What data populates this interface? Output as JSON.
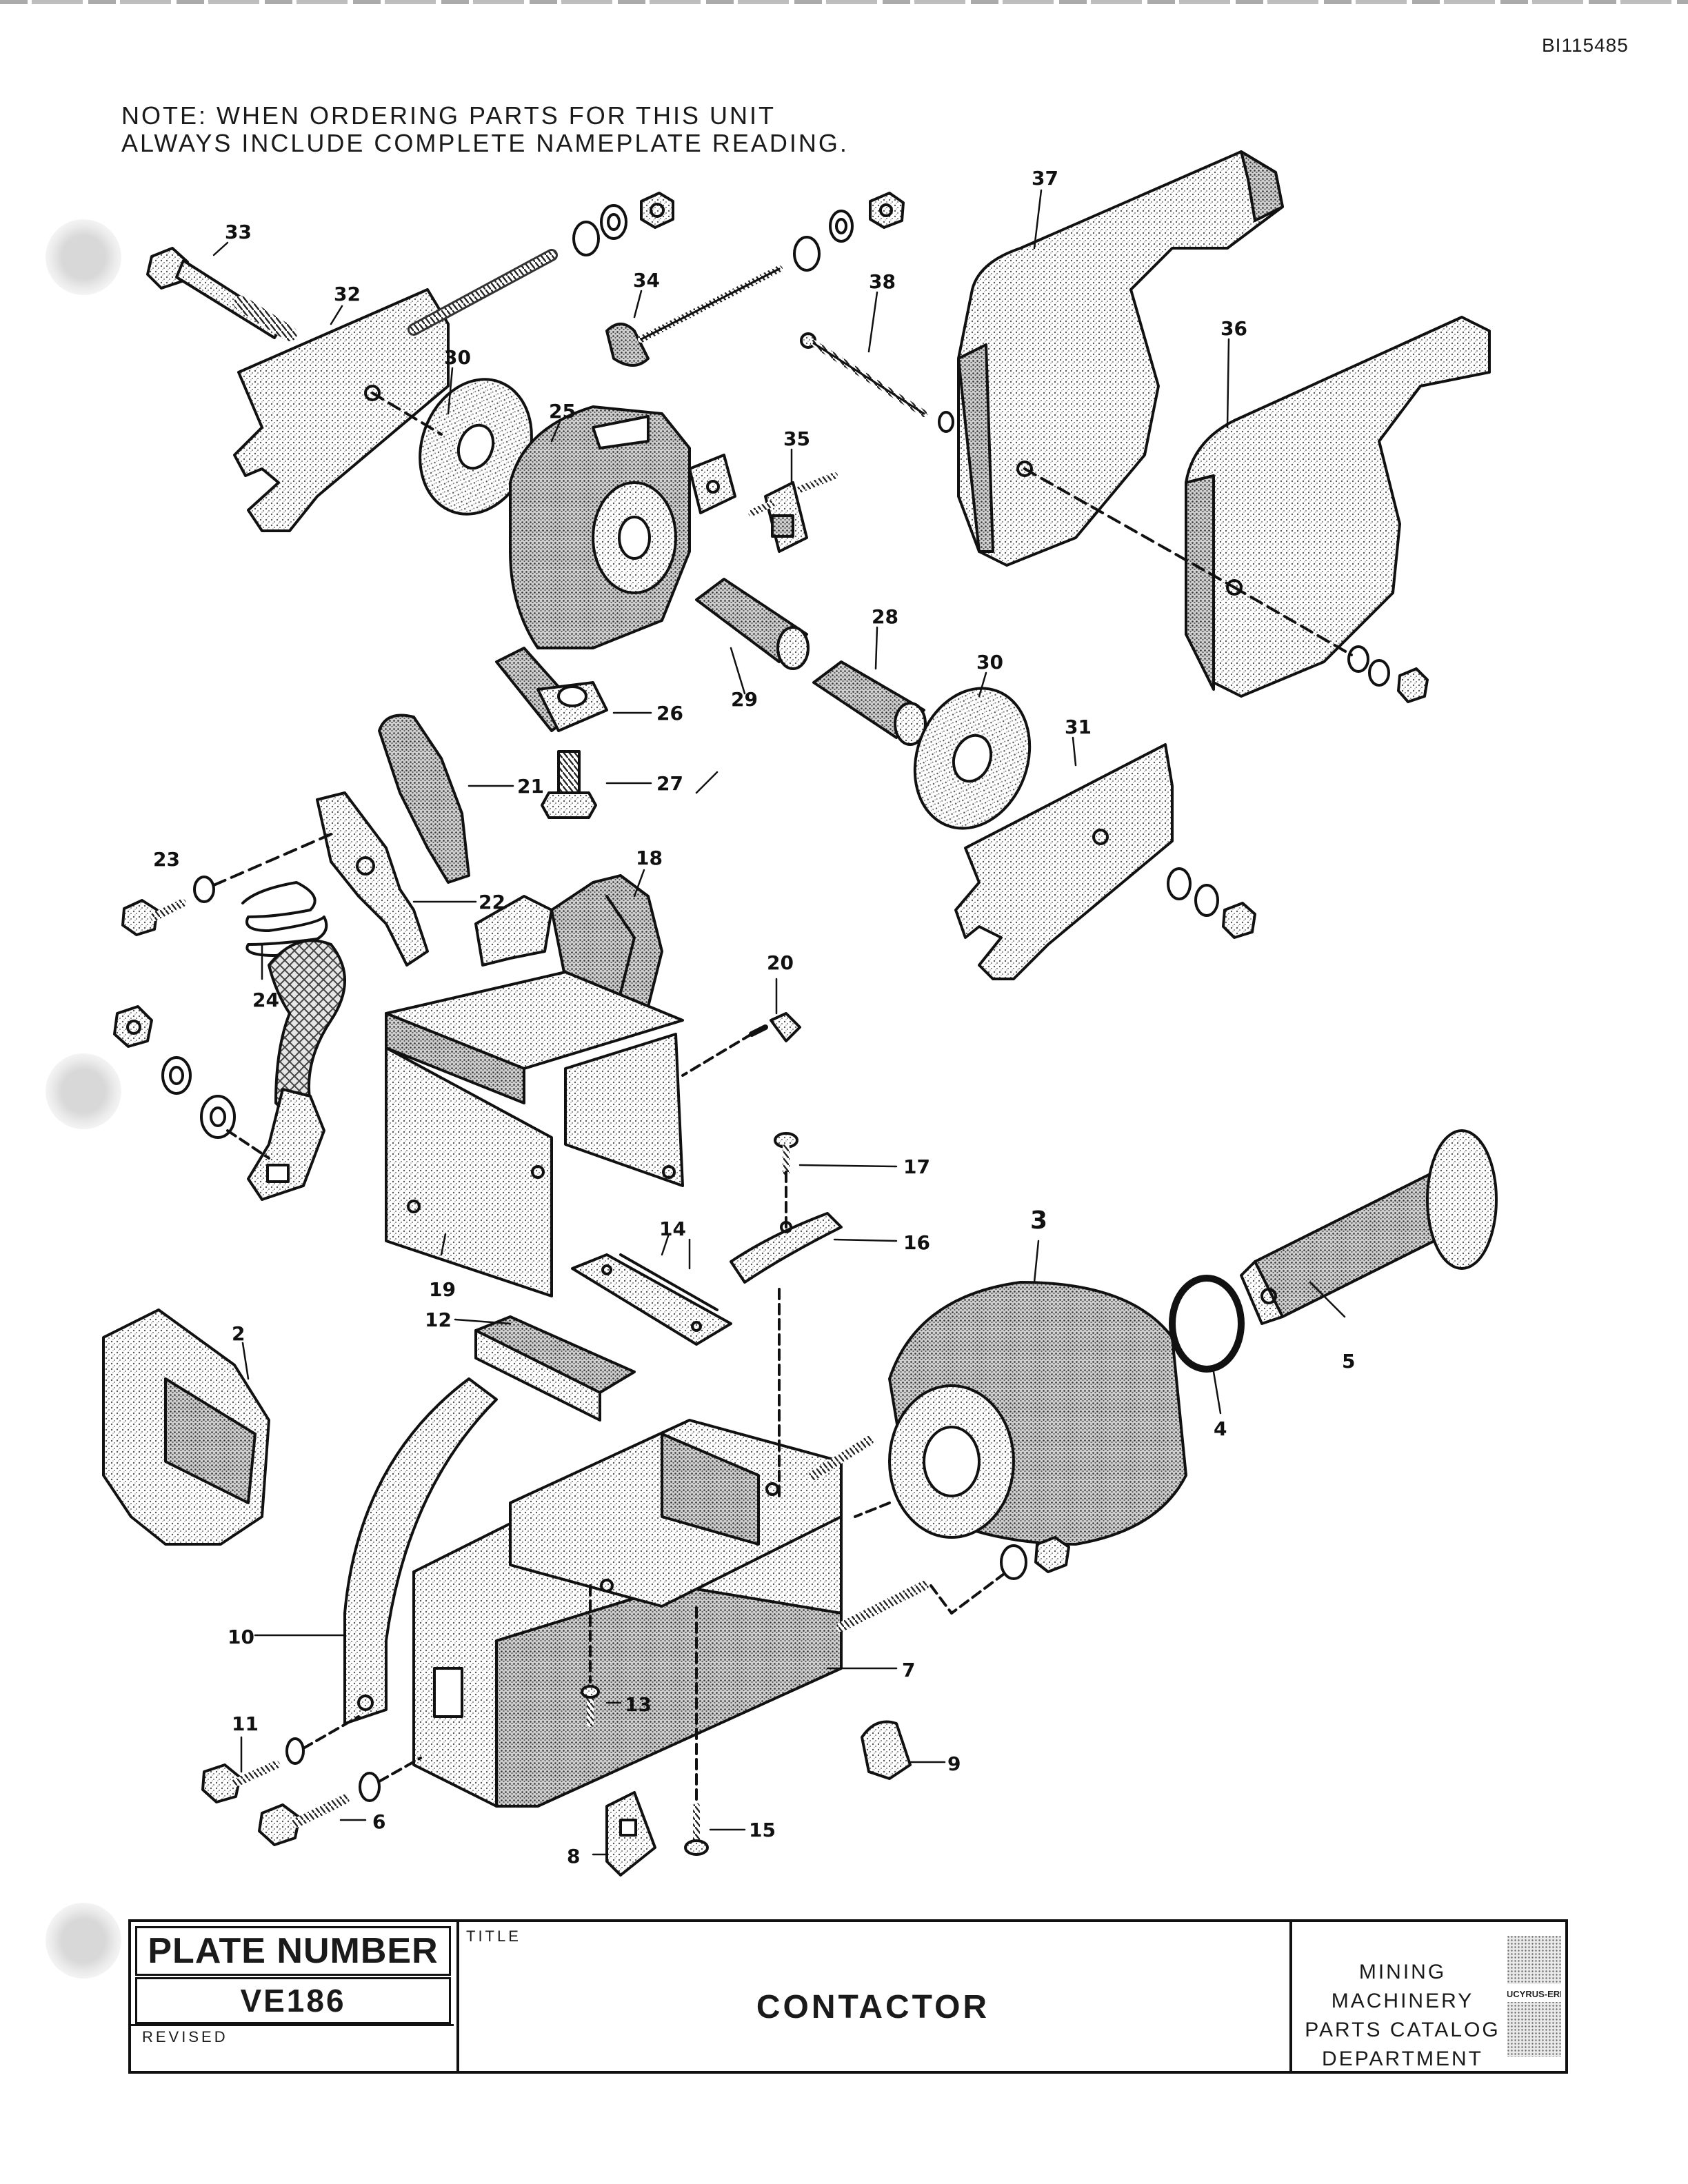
{
  "document_id": "BI115485",
  "note": {
    "line1": "NOTE:  WHEN ORDERING PARTS FOR THIS UNIT",
    "line2": "ALWAYS INCLUDE COMPLETE NAMEPLATE READING."
  },
  "callouts": {
    "c2": "2",
    "c3": "3",
    "c4": "4",
    "c5": "5",
    "c6": "6",
    "c7": "7",
    "c8": "8",
    "c9": "9",
    "c10": "10",
    "c11": "11",
    "c12": "12",
    "c13": "13",
    "c14": "14",
    "c15": "15",
    "c16": "16",
    "c17": "17",
    "c18": "18",
    "c19": "19",
    "c20": "20",
    "c21": "21",
    "c22": "22",
    "c23": "23",
    "c24": "24",
    "c25": "25",
    "c26": "26",
    "c27": "27",
    "c28": "28",
    "c29": "29",
    "c30a": "30",
    "c30b": "30",
    "c31": "31",
    "c32": "32",
    "c33": "33",
    "c34": "34",
    "c35": "35",
    "c36": "36",
    "c37": "37",
    "c38": "38"
  },
  "title_block": {
    "plate_label": "PLATE NUMBER",
    "plate_number": "VE186",
    "revised_label": "REVISED",
    "title_label": "TITLE",
    "title": "CONTACTOR",
    "dept_line1": "MINING MACHINERY",
    "dept_line2": "PARTS CATALOG",
    "dept_line3": "DEPARTMENT",
    "logo_text": "BUCYRUS-ERIE"
  }
}
